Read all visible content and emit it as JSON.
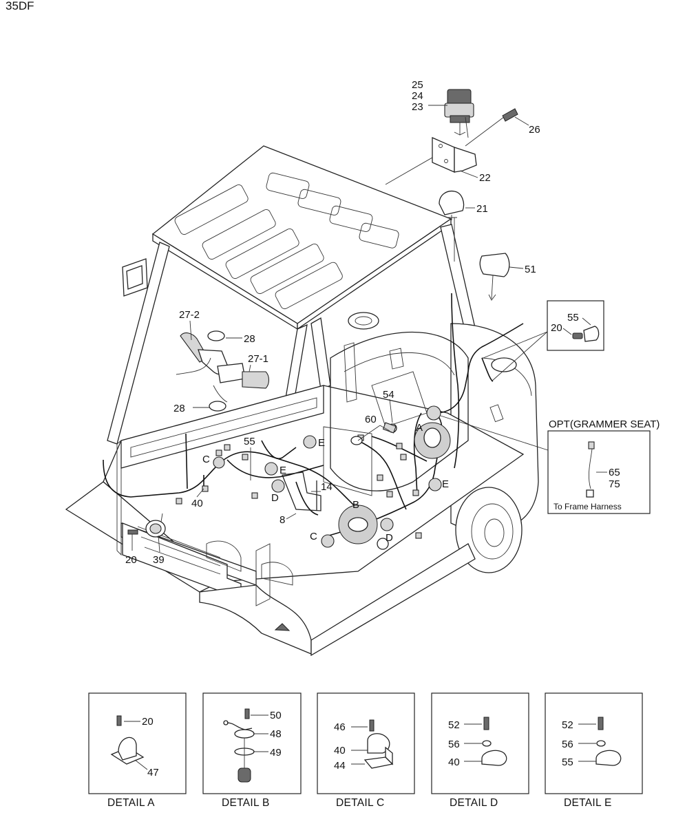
{
  "model": "35DF",
  "callouts": {
    "c25": "25",
    "c24": "24",
    "c23": "23",
    "c26": "26",
    "c22": "22",
    "c21": "21",
    "c51": "51",
    "c27_2": "27-2",
    "c28a": "28",
    "c27_1": "27-1",
    "c28b": "28",
    "c54": "54",
    "c60": "60",
    "cA": "A",
    "c55a": "55",
    "cE1": "E",
    "cE2": "E",
    "cE3": "E",
    "cC1": "C",
    "cC2": "C",
    "cD1": "D",
    "cD2": "D",
    "cB": "B",
    "c14": "14",
    "c8": "8",
    "c40": "40",
    "c20": "20",
    "c39": "39"
  },
  "inset_bracket": {
    "c55": "55",
    "c20": "20"
  },
  "opt": {
    "title": "OPT(GRAMMER SEAT)",
    "c65": "65",
    "c75": "75",
    "note": "To Frame Harness"
  },
  "details": [
    {
      "caption": "DETAIL A",
      "labels": [
        "20",
        "47"
      ]
    },
    {
      "caption": "DETAIL B",
      "labels": [
        "50",
        "48",
        "49"
      ]
    },
    {
      "caption": "DETAIL C",
      "labels": [
        "46",
        "40",
        "44"
      ]
    },
    {
      "caption": "DETAIL D",
      "labels": [
        "52",
        "56",
        "40"
      ]
    },
    {
      "caption": "DETAIL E",
      "labels": [
        "52",
        "56",
        "55"
      ]
    }
  ]
}
